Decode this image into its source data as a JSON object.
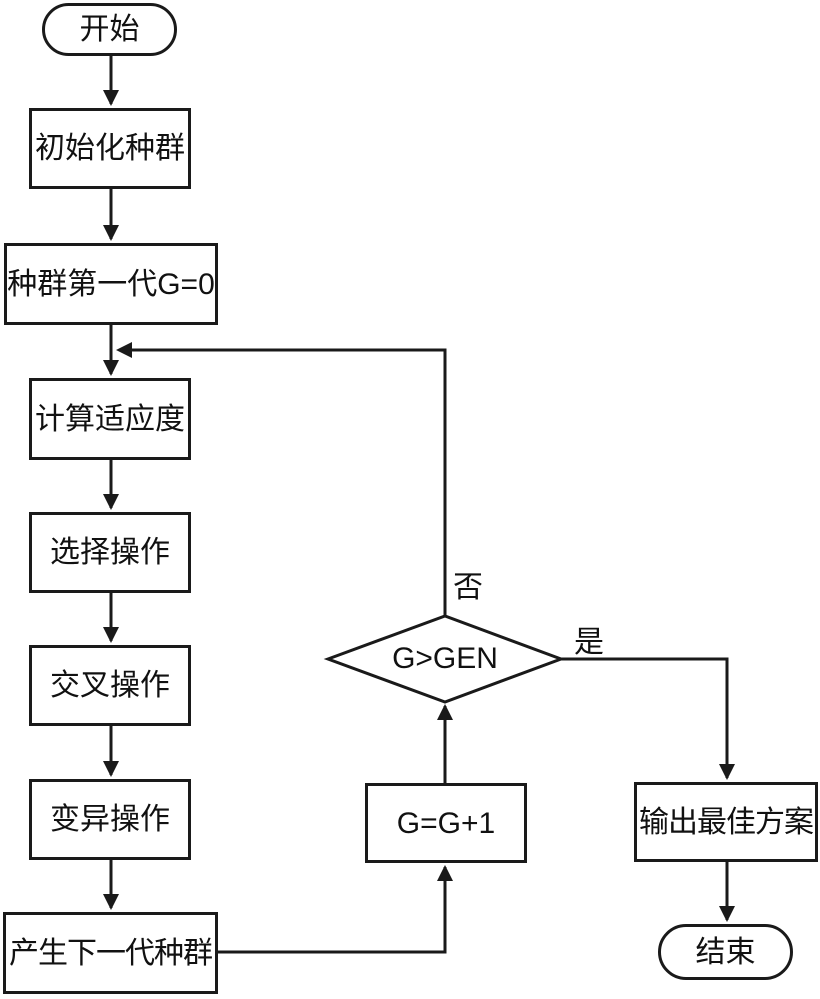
{
  "diagram": {
    "type": "flowchart",
    "nodes": {
      "start": "开始",
      "init_population": "初始化种群",
      "generation_zero": "种群第一代G=0",
      "compute_fitness": "计算适应度",
      "selection": "选择操作",
      "crossover": "交叉操作",
      "mutation": "变异操作",
      "next_generation": "产生下一代种群",
      "decision": "G>GEN",
      "increment": "G=G+1",
      "output_best": "输出最佳方案",
      "end": "结束"
    },
    "edge_labels": {
      "no": "否",
      "yes": "是"
    },
    "edges": [
      {
        "from": "start",
        "to": "init_population"
      },
      {
        "from": "init_population",
        "to": "generation_zero"
      },
      {
        "from": "generation_zero",
        "to": "compute_fitness"
      },
      {
        "from": "compute_fitness",
        "to": "selection"
      },
      {
        "from": "selection",
        "to": "crossover"
      },
      {
        "from": "crossover",
        "to": "mutation"
      },
      {
        "from": "mutation",
        "to": "next_generation"
      },
      {
        "from": "next_generation",
        "to": "increment"
      },
      {
        "from": "increment",
        "to": "decision"
      },
      {
        "from": "decision",
        "to": "compute_fitness",
        "label": "否"
      },
      {
        "from": "decision",
        "to": "output_best",
        "label": "是"
      },
      {
        "from": "output_best",
        "to": "end"
      }
    ],
    "colors": {
      "stroke": "#1a1a1a",
      "node_fill": "#ffffff",
      "text": "#111111",
      "background": "#ffffff"
    }
  }
}
